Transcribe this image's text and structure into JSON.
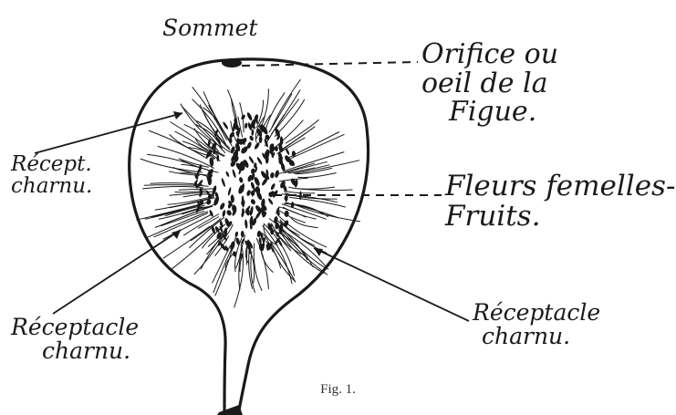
{
  "labels": {
    "sommet": "Sommet",
    "orifice": [
      "Orifice ou",
      "oeil de la",
      "Figue."
    ],
    "recept_left": [
      "Récept.",
      "charnu."
    ],
    "fleurs": [
      "Fleurs femelles-",
      "Fruits."
    ],
    "receptacle_bottom_left": [
      "Réceptacle",
      "charnu."
    ],
    "receptacle_bottom_right": [
      "Réceptacle",
      "charnu."
    ]
  },
  "caption": "Fig. 1.",
  "colors": {
    "ink": "#1a1a1a",
    "paper": "#ffffff"
  }
}
